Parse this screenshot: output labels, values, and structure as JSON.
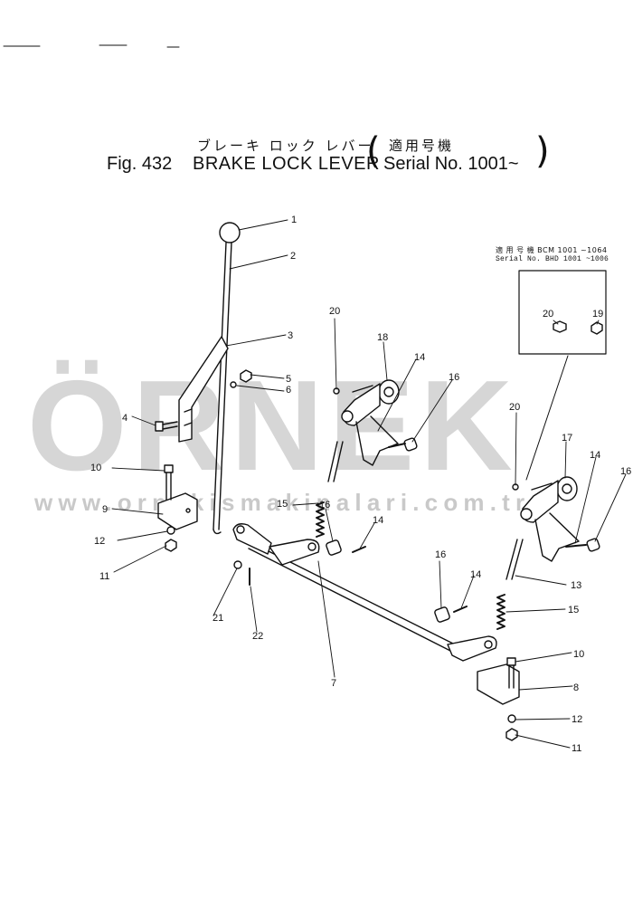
{
  "header": {
    "title_jp": "ブレーキ ロック レバー",
    "fig_label": "Fig. 432",
    "title": "BRAKE LOCK LEVER",
    "serial_jp": "適用号機",
    "serial": "Serial No. 1001~"
  },
  "inset": {
    "line_jp": "適 用 号 機 BCM 1001 ~1064",
    "line_en": "Serial No. BHD 1001 ~1006"
  },
  "watermark": {
    "brand": "ÖRNEK",
    "url": "www.ornekismakinalari.com.tr"
  },
  "callouts": {
    "c1": "1",
    "c2": "2",
    "c3": "3",
    "c4": "4",
    "c5": "5",
    "c6": "6",
    "c7": "7",
    "c8": "8",
    "c9": "9",
    "c10a": "10",
    "c10b": "10",
    "c11a": "11",
    "c11b": "11",
    "c12a": "12",
    "c12b": "12",
    "c13": "13",
    "c14a": "14",
    "c14b": "14",
    "c14c": "14",
    "c14d": "14",
    "c15a": "15",
    "c15b": "15",
    "c16a": "16",
    "c16b": "16",
    "c16c": "16",
    "c16d": "16",
    "c17": "17",
    "c18": "18",
    "c19": "19",
    "c20a": "20",
    "c20b": "20",
    "c20c": "20",
    "c21": "21",
    "c22": "22"
  }
}
